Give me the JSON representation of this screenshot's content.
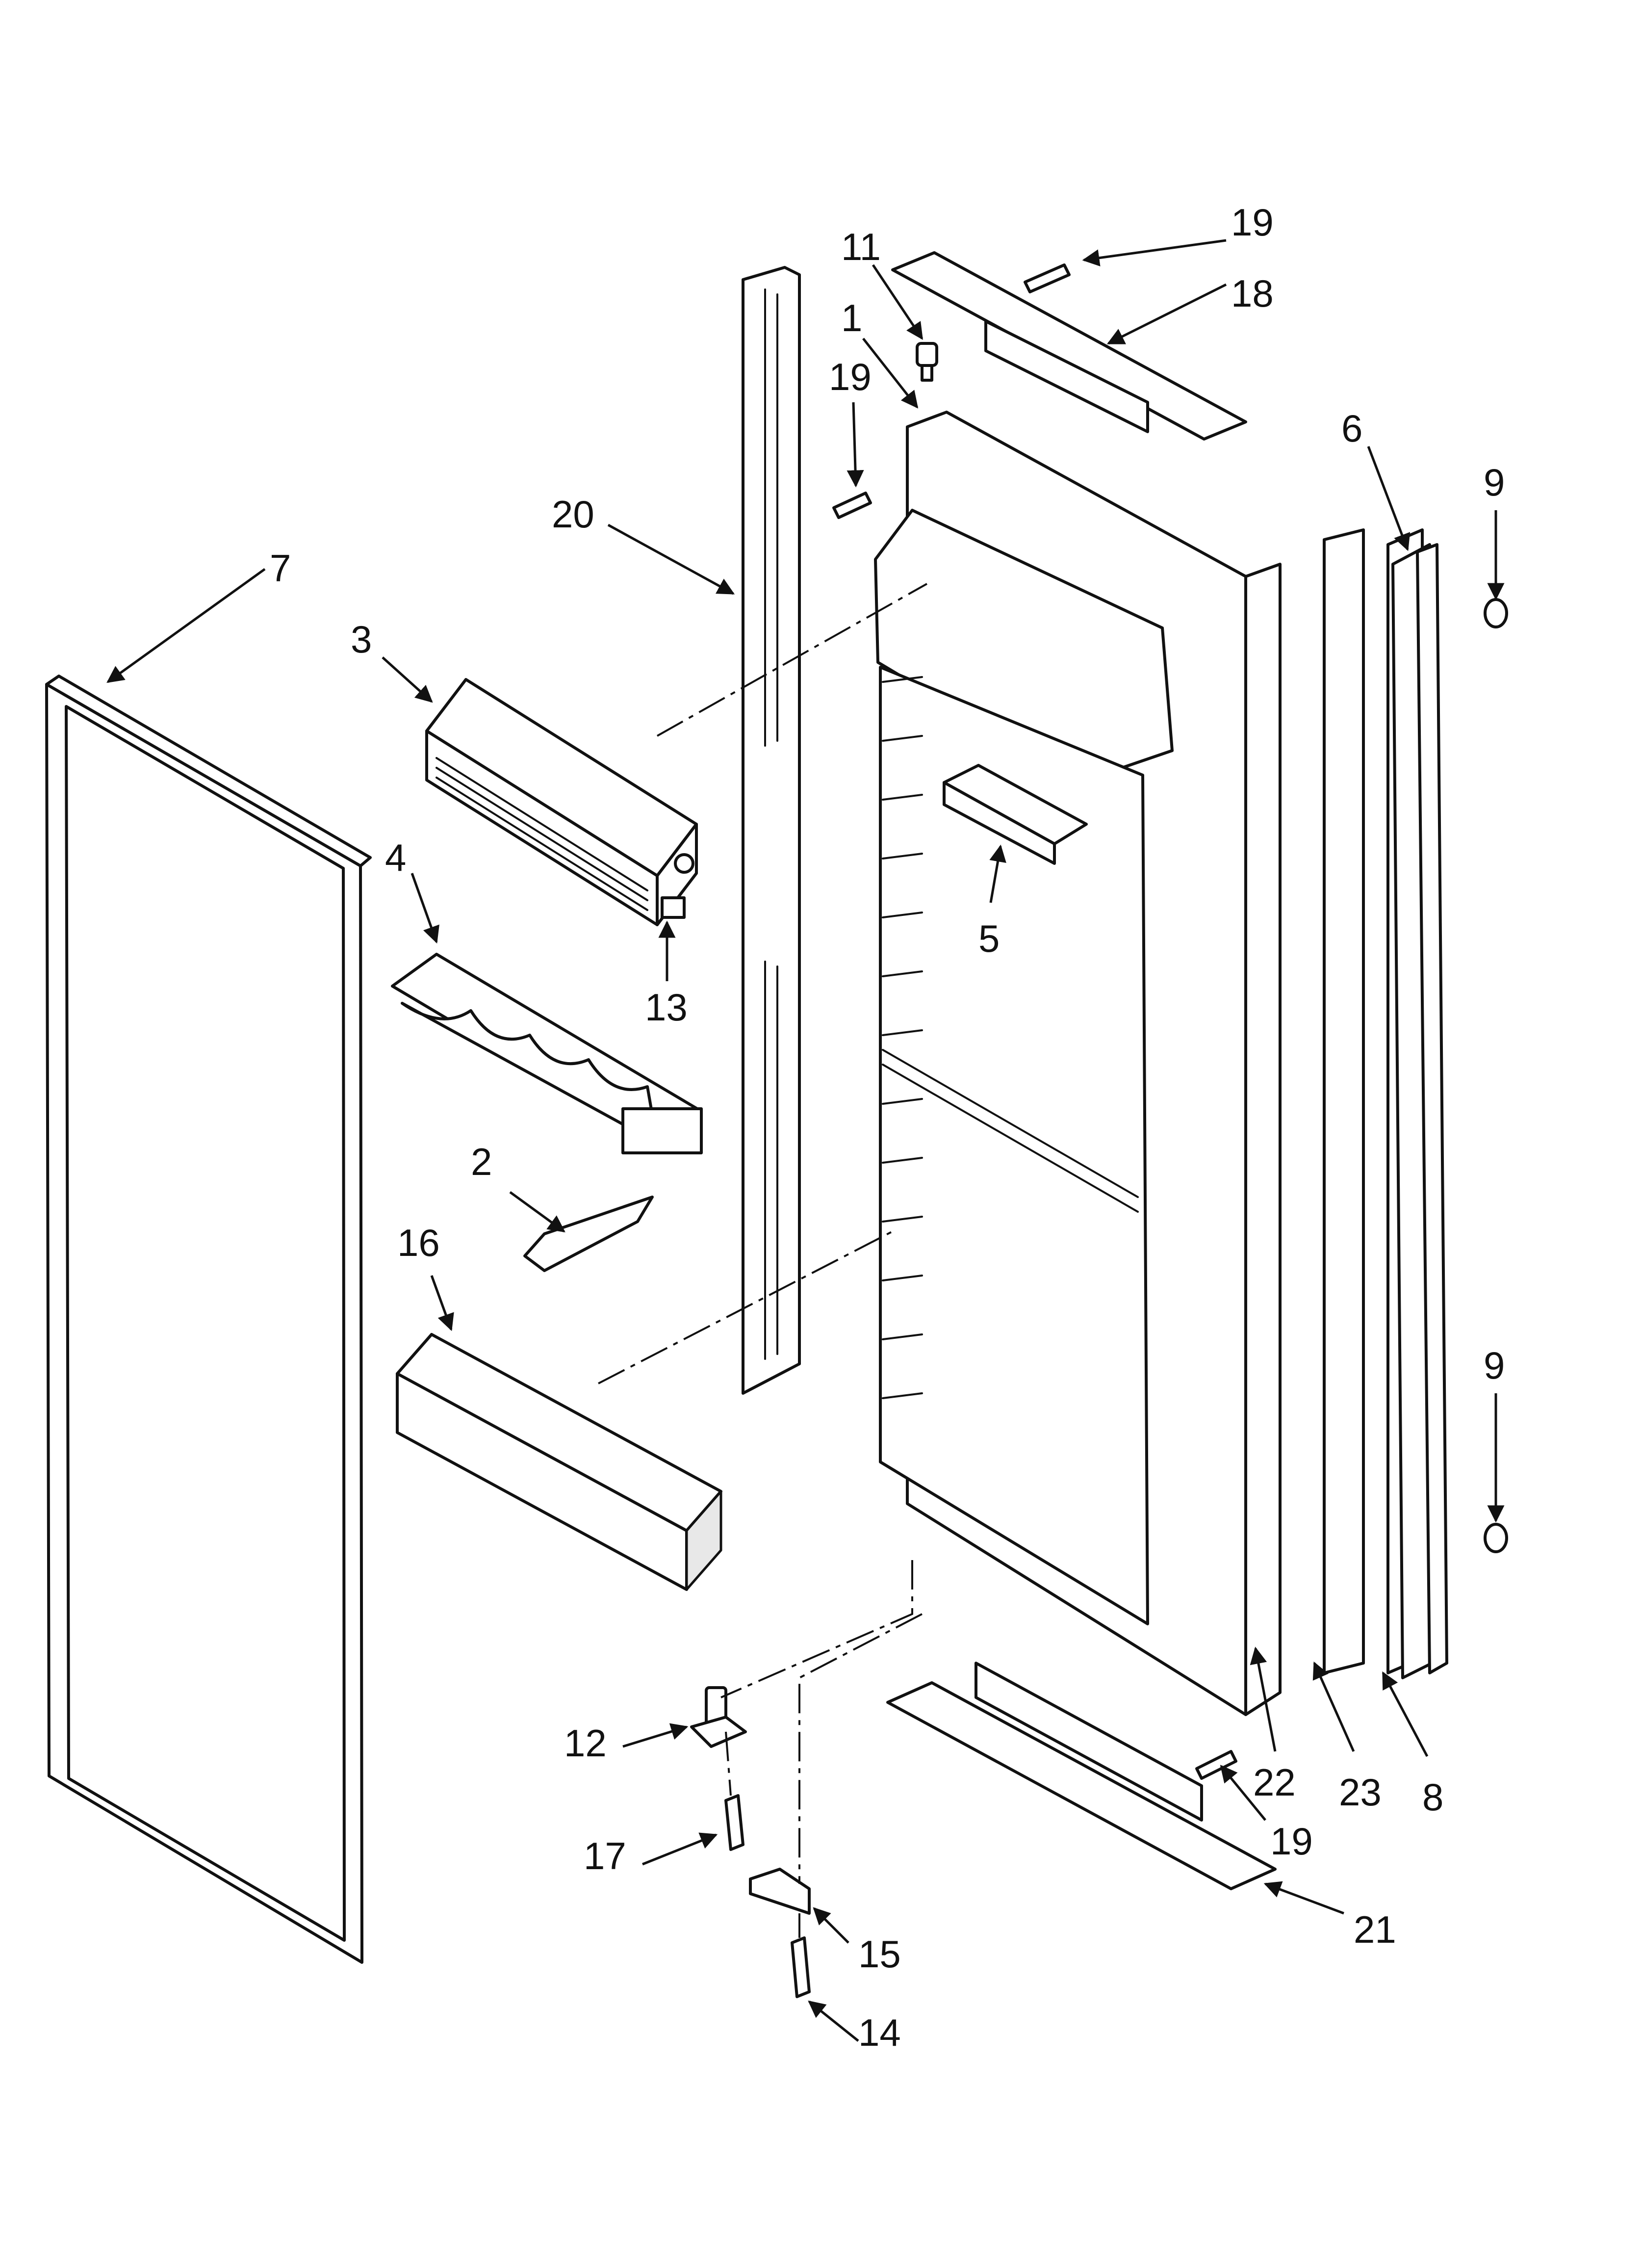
{
  "callouts": {
    "c1": "1",
    "c2": "2",
    "c3": "3",
    "c4": "4",
    "c5": "5",
    "c6": "6",
    "c7": "7",
    "c8": "8",
    "c9a": "9",
    "c9b": "9",
    "c11": "11",
    "c12": "12",
    "c13": "13",
    "c14": "14",
    "c15": "15",
    "c16": "16",
    "c17": "17",
    "c18": "18",
    "c19a": "19",
    "c19b": "19",
    "c19c": "19",
    "c20": "20",
    "c21": "21",
    "c22": "22",
    "c23": "23"
  },
  "style": {
    "line_color": "#111111",
    "background": "#ffffff"
  }
}
